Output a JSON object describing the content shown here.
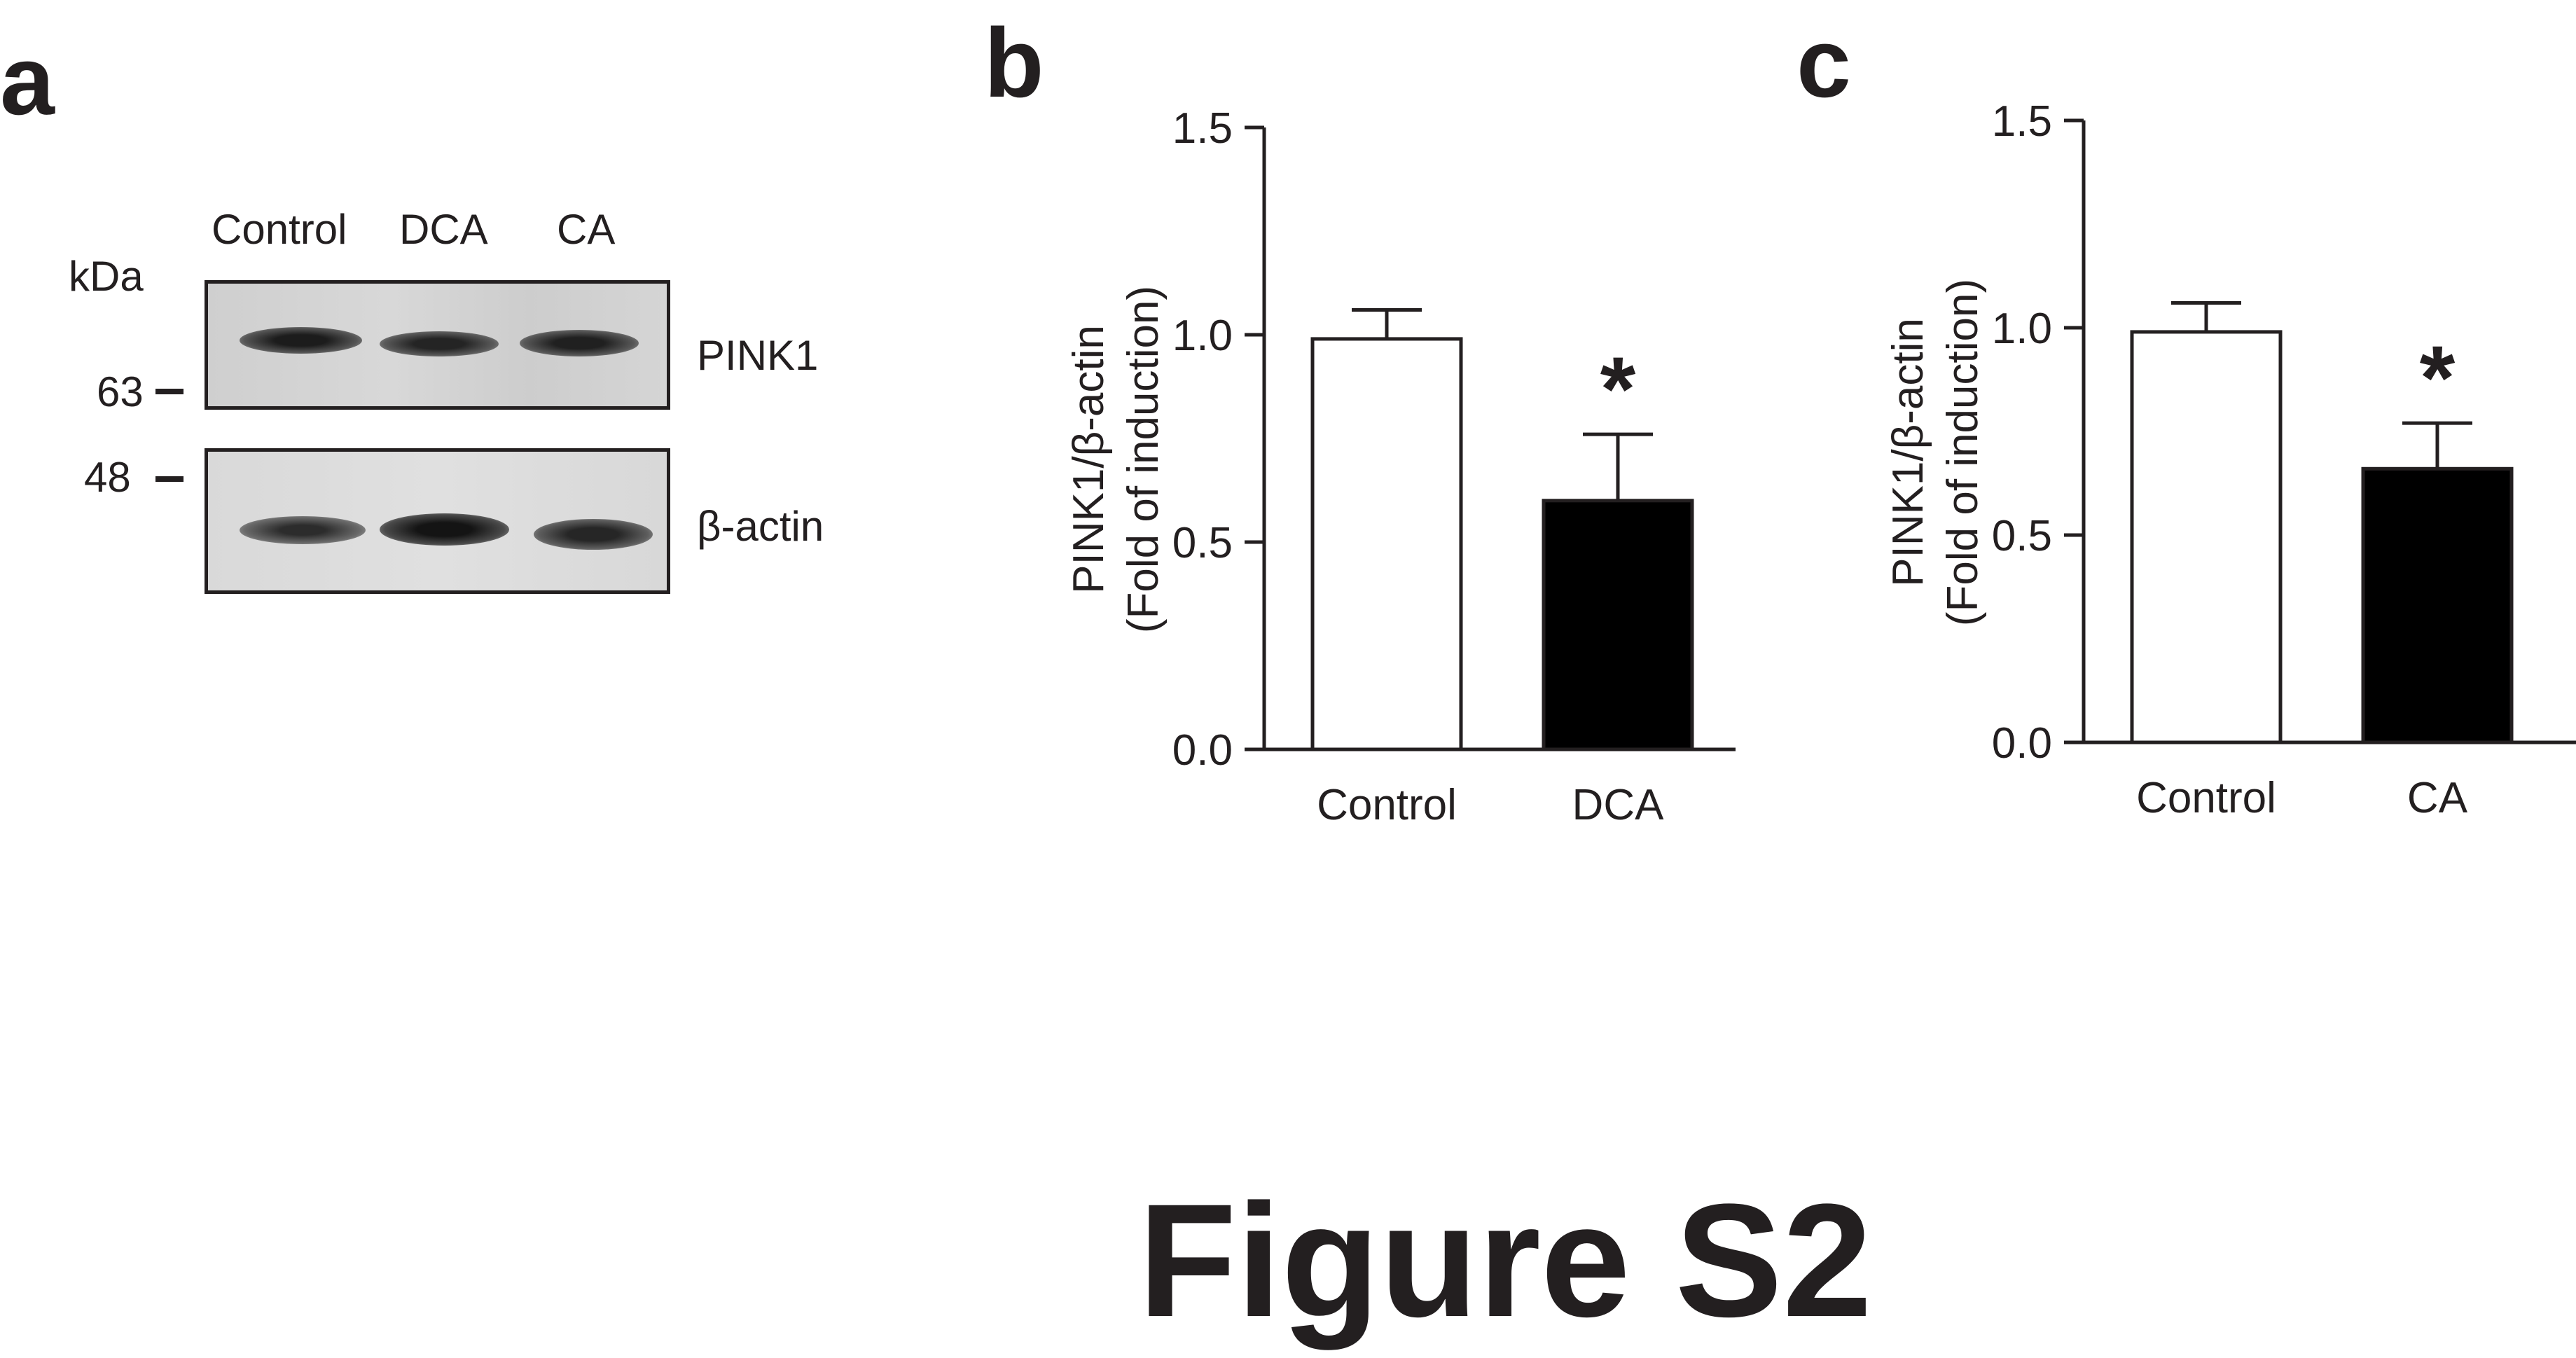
{
  "panel_a": {
    "label": "a",
    "lanes": [
      "Control",
      "DCA",
      "CA"
    ],
    "kda_label": "kDa",
    "markers": [
      "63",
      "48"
    ],
    "proteins": [
      "PINK1",
      "β-actin"
    ]
  },
  "chart_data": [
    {
      "type": "bar",
      "panel": "b",
      "categories": [
        "Control",
        "DCA"
      ],
      "values": [
        0.99,
        0.6
      ],
      "error": [
        0.07,
        0.16
      ],
      "significance": [
        "",
        "*"
      ],
      "ylabel": "PINK1/β-actin (Fold of induction)",
      "ylabel_lines": [
        "PINK1/β-actin",
        "(Fold of induction)"
      ],
      "ylim": [
        0,
        1.5
      ],
      "yticks": [
        0.0,
        0.5,
        1.0,
        1.5
      ],
      "ytick_labels": [
        "0.0",
        "0.5",
        "1.0",
        "1.5"
      ],
      "bar_fill": [
        "#ffffff",
        "#000000"
      ],
      "grid": false,
      "legend": "none"
    },
    {
      "type": "bar",
      "panel": "c",
      "categories": [
        "Control",
        "CA"
      ],
      "values": [
        0.99,
        0.66
      ],
      "error": [
        0.07,
        0.11
      ],
      "significance": [
        "",
        "*"
      ],
      "ylabel": "PINK1/β-actin (Fold of induction)",
      "ylabel_lines": [
        "PINK1/β-actin",
        "(Fold of induction)"
      ],
      "ylim": [
        0,
        1.5
      ],
      "yticks": [
        0.0,
        0.5,
        1.0,
        1.5
      ],
      "ytick_labels": [
        "0.0",
        "0.5",
        "1.0",
        "1.5"
      ],
      "bar_fill": [
        "#ffffff",
        "#000000"
      ],
      "grid": false,
      "legend": "none"
    }
  ],
  "figure_title": "Figure S2",
  "colors": {
    "ink": "#231f20",
    "bar_dark": "#000000",
    "bar_light": "#ffffff",
    "blot_bg": "#d6d6d6"
  }
}
